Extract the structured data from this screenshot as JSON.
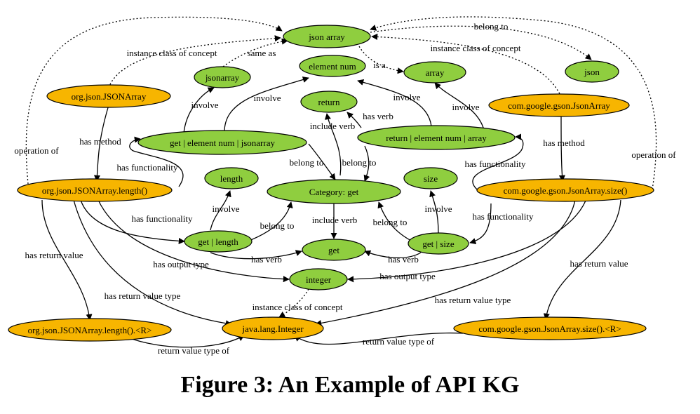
{
  "colors": {
    "concept": "#8fce3f",
    "api": "#f7b500",
    "stroke": "#000000",
    "background": "#ffffff"
  },
  "nodes": {
    "json_array": "json array",
    "json": "json",
    "jsonarray": "jsonarray",
    "element_num": "element num",
    "array": "array",
    "org_json_jsonarray": "org.json.JSONArray",
    "return": "return",
    "com_google_gson_jsonarray": "com.google.gson.JsonArray",
    "get_element_num_jsonarray": "get | element num |  jsonarray",
    "return_element_num_array": "return | element num | array",
    "length": "length",
    "size": "size",
    "org_json_length": "org.json.JSONArray.length()",
    "category_get": "Category: get",
    "gson_size": "com.google.gson.JsonArray.size()",
    "get_length": "get | length",
    "get_size": "get | size",
    "get": "get",
    "integer": "integer",
    "org_json_length_r": "org.json.JSONArray.length().<R>",
    "java_lang_integer": "java.lang.Integer",
    "gson_size_r": "com.google.gson.JsonArray.size().<R>"
  },
  "edge_labels": {
    "belong_to_top": "belong to",
    "instance_left": "instance class of concept",
    "same_as": "same as",
    "instance_right": "instance class of concept",
    "is_a": "is a",
    "involve_jsonarray": "involve",
    "involve_element_left": "involve",
    "involve_element_right": "involve",
    "involve_array": "involve",
    "has_verb_return": "has verb",
    "include_verb_return": "include verb",
    "has_method_left": "has method",
    "has_method_right": "has method",
    "operation_left": "operation of",
    "operation_right": "operation of",
    "has_functionality_left_top": "has functionality",
    "has_functionality_right_top": "has functionality",
    "belong_to_get_left": "belong to",
    "belong_to_get_right": "belong to",
    "involve_length": "involve",
    "involve_size": "involve",
    "has_functionality_left": "has functionality",
    "has_functionality_right": "has functionality",
    "belong_to_length": "belong to",
    "belong_to_size": "belong to",
    "include_verb_get": "include verb",
    "has_verb_left": "has verb",
    "has_verb_right": "has verb",
    "has_return_value_left": "has return value",
    "has_return_value_right": "has return value",
    "has_output_type_left": "has output type",
    "has_output_type_right": "has output type",
    "has_return_value_type_left": "has return value type",
    "has_return_value_type_right": "has return value type",
    "instance_integer": "instance class of concept",
    "return_value_type_of_left": "return value type of",
    "return_value_type_of_right": "return value type of"
  },
  "caption": "Figure 3: An Example of API KG"
}
